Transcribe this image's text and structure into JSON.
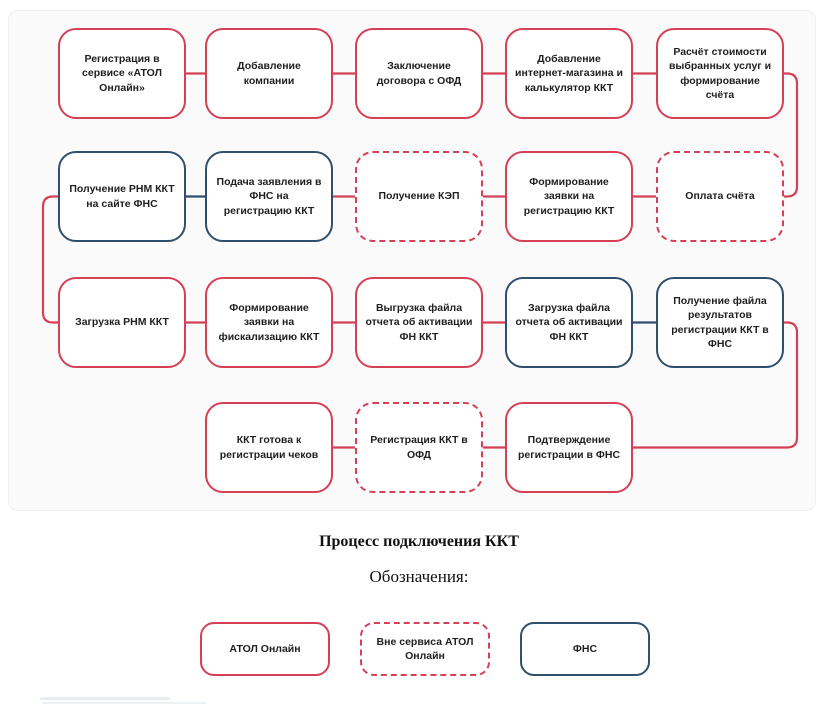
{
  "title": "Процесс подключения ККТ",
  "legend": {
    "heading": "Обозначения:",
    "items": [
      {
        "label": "АТОЛ Онлайн",
        "style": "solid"
      },
      {
        "label": "Вне сервиса АТОЛ Онлайн",
        "style": "dashed"
      },
      {
        "label": "ФНС",
        "style": "fns"
      }
    ]
  },
  "flow": {
    "rows": [
      [
        {
          "label": "Регистрация в сервисе «АТОЛ Онлайн»",
          "style": "solid"
        },
        {
          "label": "Добавление компании",
          "style": "solid"
        },
        {
          "label": "Заключение договора с ОФД",
          "style": "solid"
        },
        {
          "label": "Добавление интернет-магазина и калькулятор ККТ",
          "style": "solid"
        },
        {
          "label": "Расчёт стоимости выбранных услуг и формирование счёта",
          "style": "solid"
        }
      ],
      [
        {
          "label": "Получение РНМ ККТ на сайте ФНС",
          "style": "fns"
        },
        {
          "label": "Подача заявления в ФНС на регистрацию ККТ",
          "style": "fns"
        },
        {
          "label": "Получение КЭП",
          "style": "dashed"
        },
        {
          "label": "Формирование заявки на регистрацию ККТ",
          "style": "solid"
        },
        {
          "label": "Оплата счёта",
          "style": "dashed"
        }
      ],
      [
        {
          "label": "Загрузка РНМ ККТ",
          "style": "solid"
        },
        {
          "label": "Формирование заявки на фискализацию ККТ",
          "style": "solid"
        },
        {
          "label": "Выгрузка файла отчета об активации ФН ККТ",
          "style": "solid"
        },
        {
          "label": "Загрузка файла отчета об активации ФН ККТ",
          "style": "fns"
        },
        {
          "label": "Получение файла результатов регистрации ККТ в ФНС",
          "style": "fns"
        }
      ],
      [
        {
          "label": "ККТ готова к регистрации чеков",
          "style": "solid",
          "col": 1
        },
        {
          "label": "Регистрация ККТ в ОФД",
          "style": "dashed",
          "col": 2
        },
        {
          "label": "Подтверждение регистрации в ФНС",
          "style": "solid",
          "col": 3
        }
      ]
    ]
  },
  "colors": {
    "red": "#d54056",
    "navy": "#304f6d",
    "text": "#1f1f1f",
    "panel_bg": "#fafafa"
  }
}
